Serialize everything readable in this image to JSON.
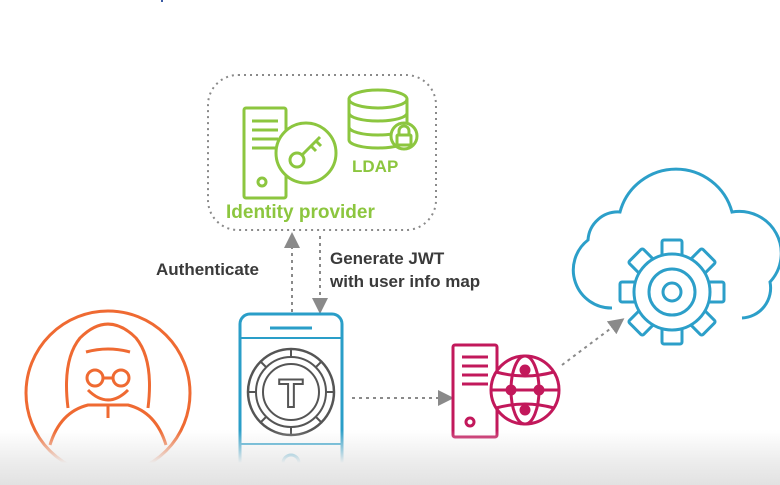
{
  "identity_provider": {
    "label": "Identity provider",
    "ldap_label": "LDAP"
  },
  "arrows": {
    "authenticate_label": "Authenticate",
    "generate_line1": "Generate JWT",
    "generate_line2": "with user info map"
  },
  "phone": {
    "logo_letter": "T"
  },
  "colors": {
    "green": "#8cc63f",
    "gray_arrow": "#8a8a8a",
    "orange": "#ef6a32",
    "phone_blue": "#2a9ec8",
    "server_magenta": "#c2185b",
    "cloud_blue": "#2c9fc9"
  },
  "icons": [
    "key-server-icon",
    "ldap-database-icon",
    "lock-icon",
    "user-avatar-icon",
    "phone-icon",
    "api-server-icon",
    "globe-icon",
    "cloud-icon",
    "gear-icon"
  ]
}
